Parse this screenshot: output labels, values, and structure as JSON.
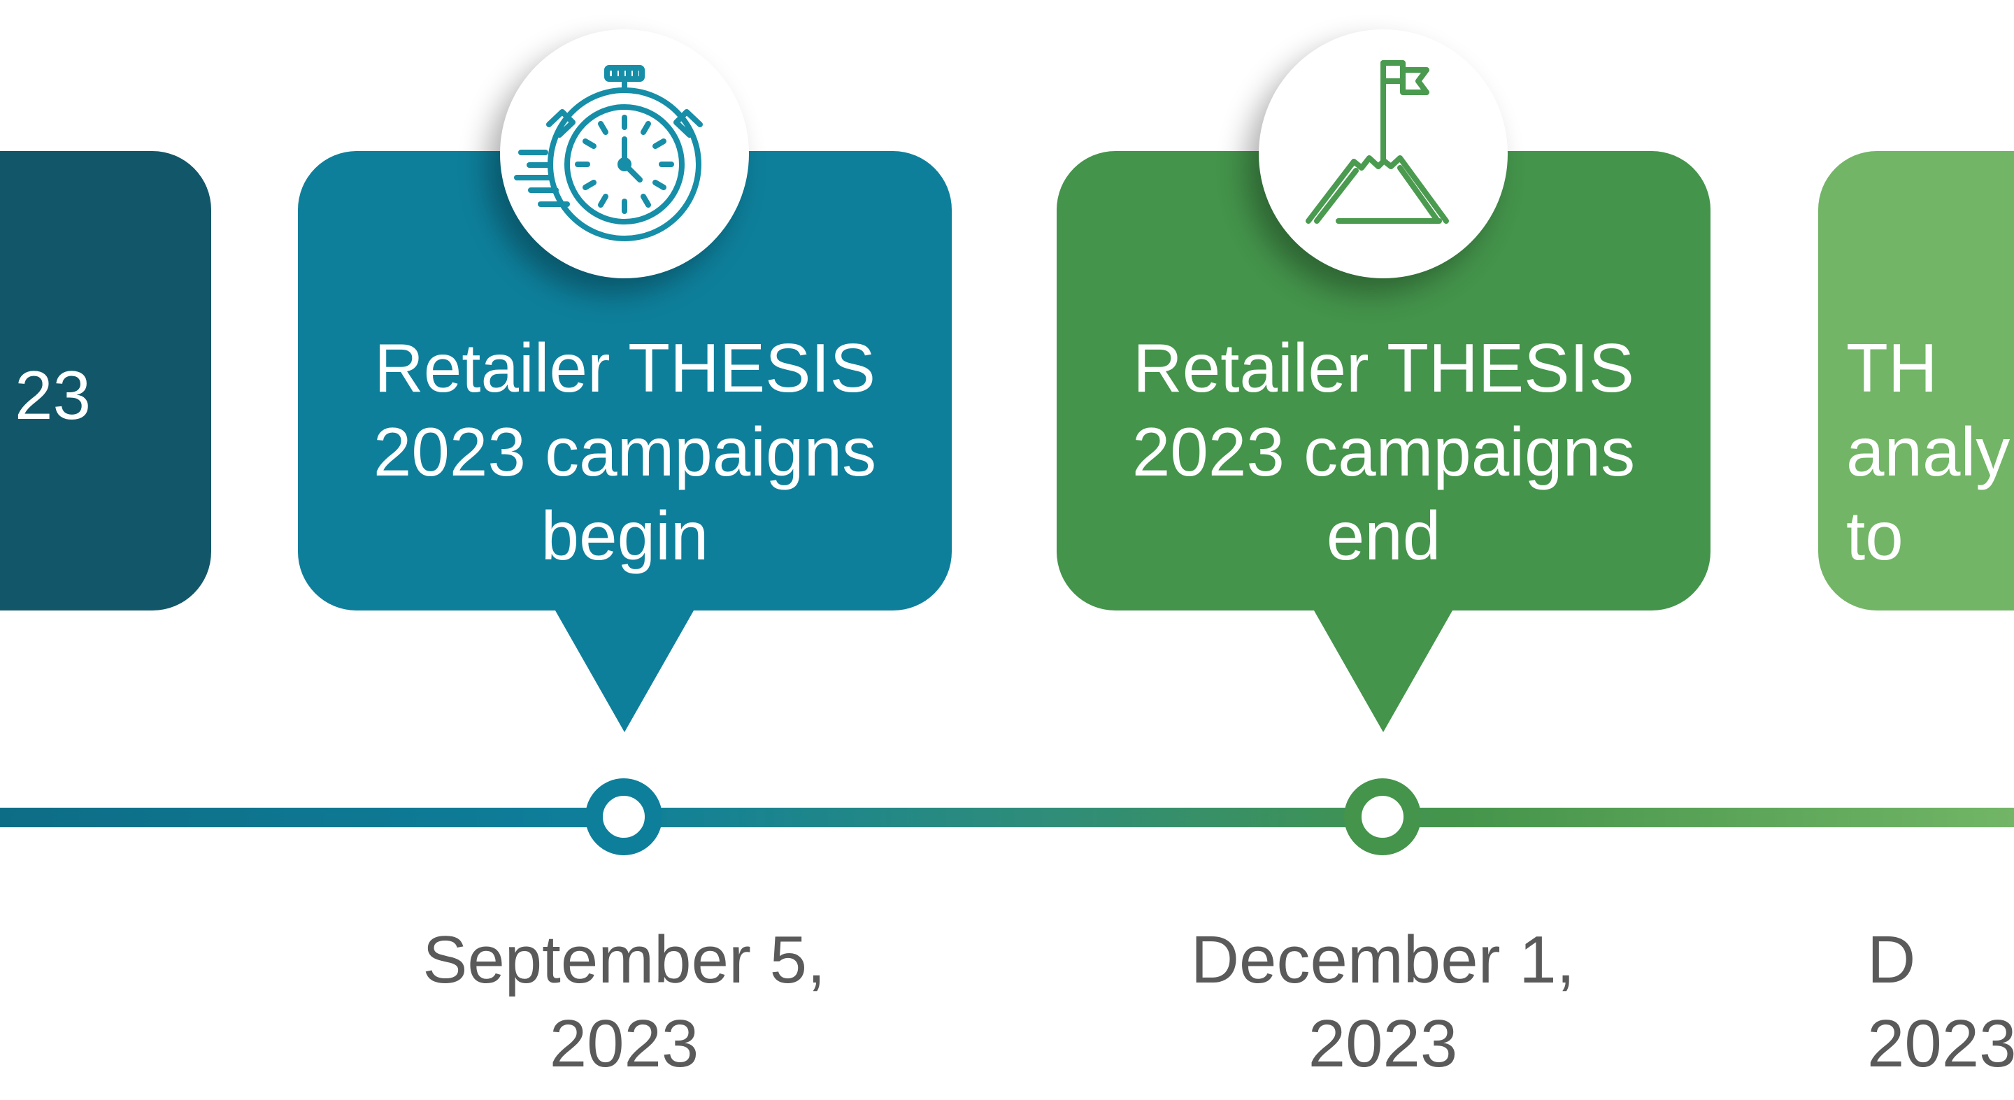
{
  "timeline": {
    "partial_left": {
      "text": "23"
    },
    "begin": {
      "text": "Retailer THESIS\n2023 campaigns\nbegin",
      "date": "September 5,\n2023",
      "icon": "stopwatch-icon"
    },
    "end": {
      "text": "Retailer THESIS\n2023 campaigns\nend",
      "date": "December 1,\n2023",
      "icon": "mountain-flag-icon"
    },
    "partial_right": {
      "text": "TH\nanaly\nto",
      "date": "D\n2023"
    }
  },
  "colors": {
    "dark_teal": "#125769",
    "teal": "#0e7f9b",
    "green": "#44944b",
    "light_green": "#72b566",
    "date_text": "#5a5a5a"
  }
}
